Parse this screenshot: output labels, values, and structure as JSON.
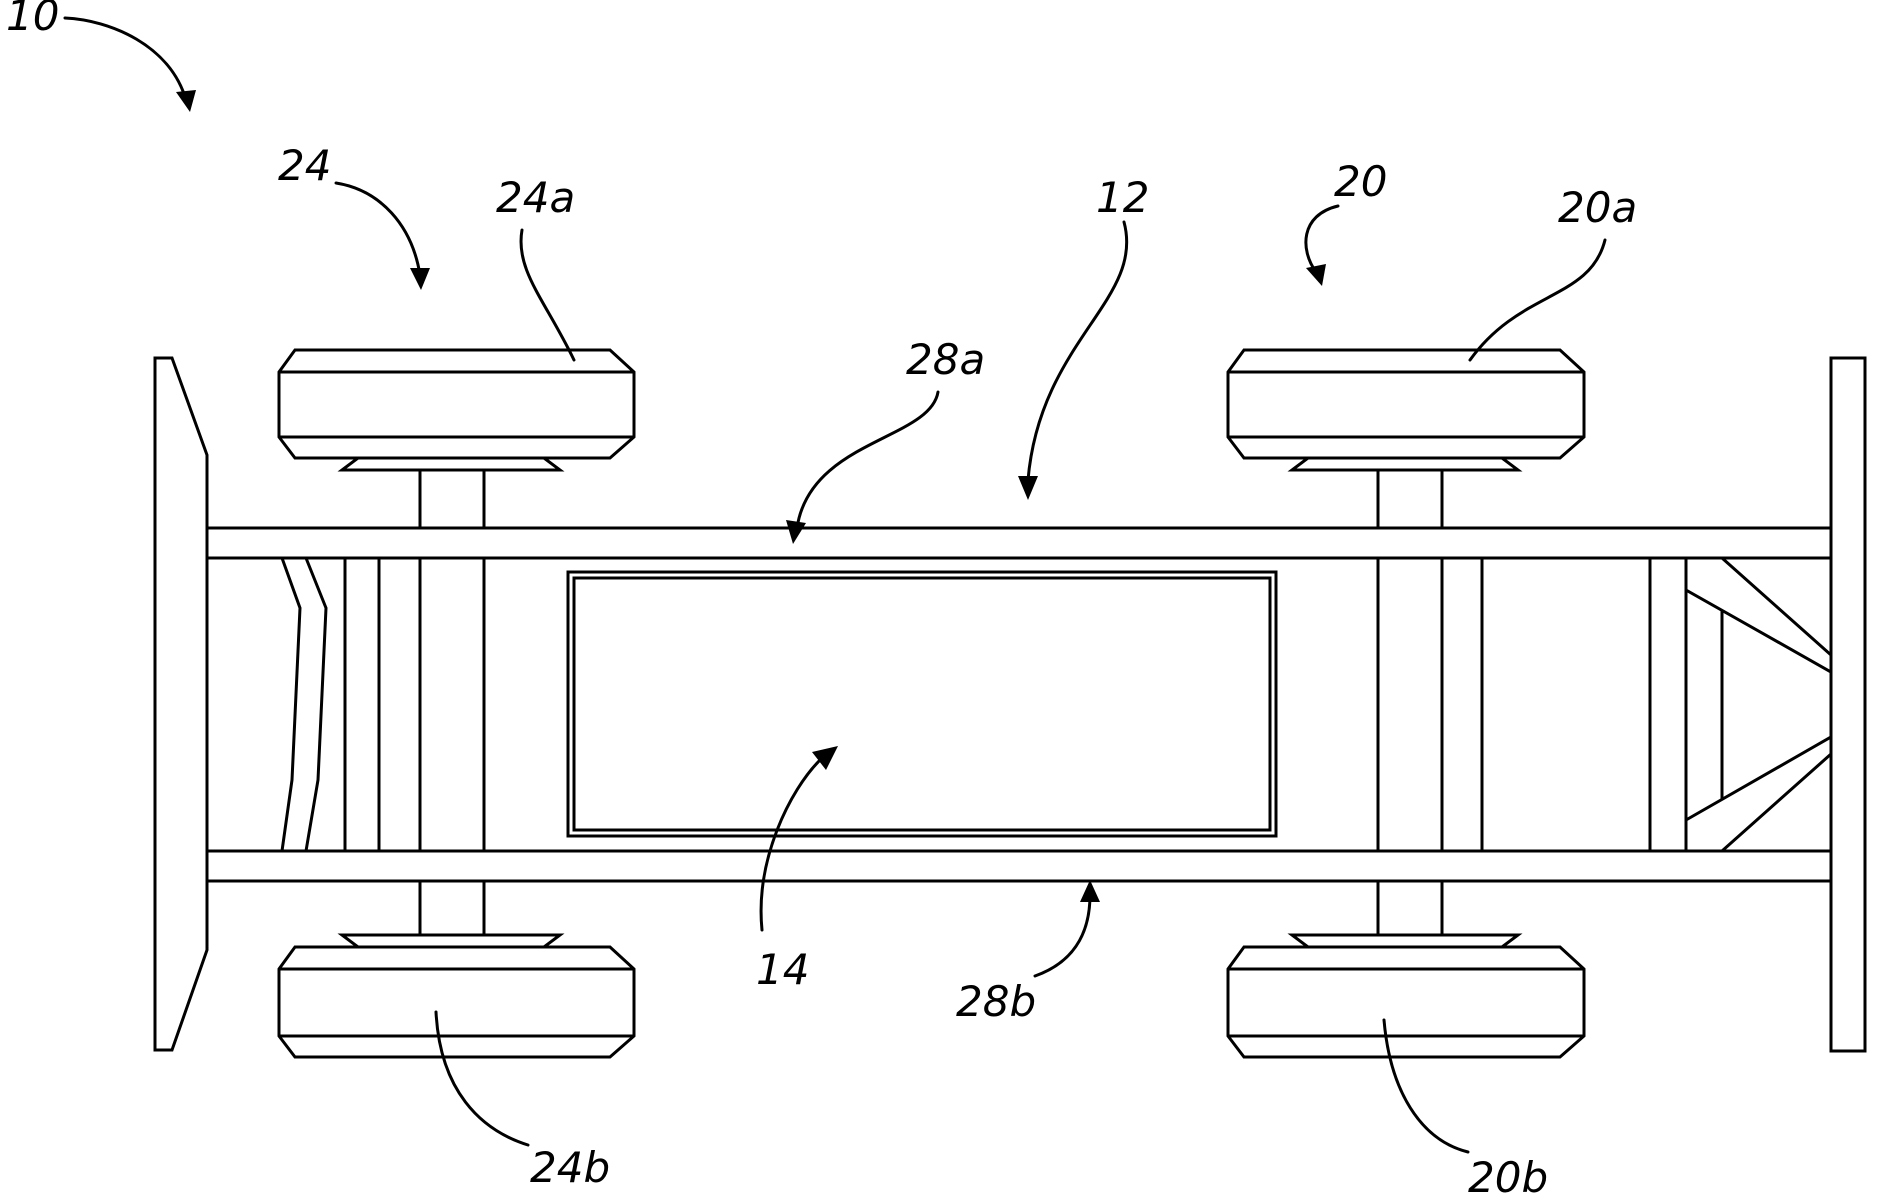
{
  "figure": {
    "reference_numerals": {
      "vehicle": "10",
      "frame": "12",
      "battery": "14",
      "front_axle": "20",
      "front_wheel_top": "20a",
      "front_wheel_bottom": "20b",
      "rear_axle": "24",
      "rear_wheel_top": "24a",
      "rear_wheel_bottom": "24b",
      "rail_top": "28a",
      "rail_bottom": "28b"
    },
    "colors": {
      "stroke": "#000000",
      "background": "#ffffff"
    }
  }
}
